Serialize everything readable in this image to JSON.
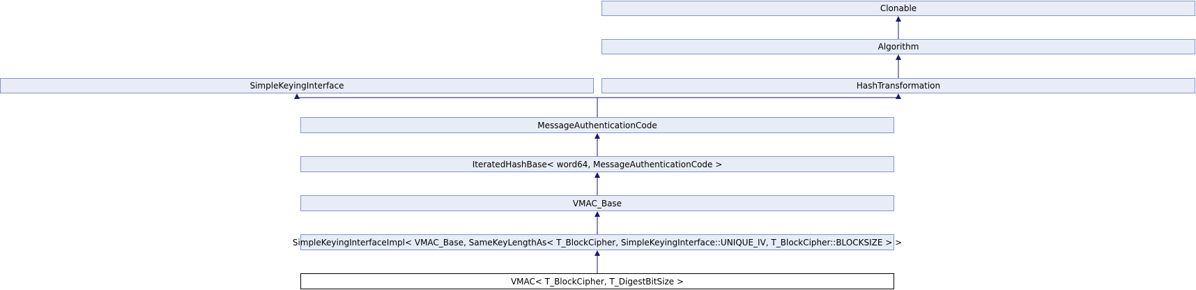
{
  "diagram": {
    "nodes": {
      "clonable": "Clonable",
      "algorithm": "Algorithm",
      "simple_keying_interface": "SimpleKeyingInterface",
      "hash_transformation": "HashTransformation",
      "message_authentication_code": "MessageAuthenticationCode",
      "iterated_hash_base": "IteratedHashBase< word64, MessageAuthenticationCode >",
      "vmac_base": "VMAC_Base",
      "simple_keying_interface_impl": "SimpleKeyingInterfaceImpl< VMAC_Base, SameKeyLengthAs< T_BlockCipher, SimpleKeyingInterface::UNIQUE_IV, T_BlockCipher::BLOCKSIZE > >",
      "vmac": "VMAC< T_BlockCipher, T_DigestBitSize >"
    },
    "edges": [
      {
        "from": "algorithm",
        "to": "clonable"
      },
      {
        "from": "hash_transformation",
        "to": "algorithm"
      },
      {
        "from": "message_authentication_code",
        "to": "simple_keying_interface"
      },
      {
        "from": "message_authentication_code",
        "to": "hash_transformation"
      },
      {
        "from": "iterated_hash_base",
        "to": "message_authentication_code"
      },
      {
        "from": "vmac_base",
        "to": "iterated_hash_base"
      },
      {
        "from": "simple_keying_interface_impl",
        "to": "vmac_base"
      },
      {
        "from": "vmac",
        "to": "simple_keying_interface_impl"
      }
    ],
    "colors": {
      "node_fill": "#e8ecf6",
      "node_border": "#8494c6",
      "current_node_border": "#000000",
      "edge": "#191970"
    }
  }
}
